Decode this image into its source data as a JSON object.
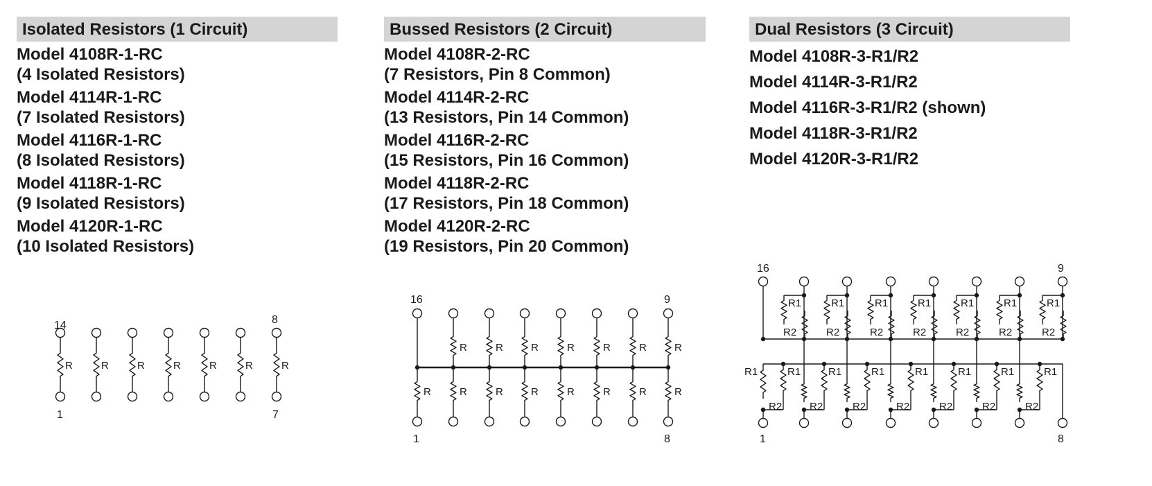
{
  "columns": [
    {
      "header": "Isolated Resistors (1 Circuit)",
      "models": [
        {
          "name": "Model 4108R-1-RC",
          "desc": "(4 Isolated Resistors)"
        },
        {
          "name": "Model 4114R-1-RC",
          "desc": "(7 Isolated Resistors)"
        },
        {
          "name": "Model 4116R-1-RC",
          "desc": "(8 Isolated Resistors)"
        },
        {
          "name": "Model 4118R-1-RC",
          "desc": "(9 Isolated Resistors)"
        },
        {
          "name": "Model 4120R-1-RC",
          "desc": "(10 Isolated Resistors)"
        }
      ]
    },
    {
      "header": "Bussed Resistors (2 Circuit)",
      "models": [
        {
          "name": "Model 4108R-2-RC",
          "desc": "(7 Resistors, Pin 8 Common)"
        },
        {
          "name": "Model 4114R-2-RC",
          "desc": "(13 Resistors, Pin 14 Common)"
        },
        {
          "name": "Model 4116R-2-RC",
          "desc": "(15 Resistors, Pin 16 Common)"
        },
        {
          "name": "Model 4118R-2-RC",
          "desc": "(17 Resistors, Pin 18 Common)"
        },
        {
          "name": "Model 4120R-2-RC",
          "desc": "(19 Resistors, Pin 20 Common)"
        }
      ]
    },
    {
      "header": "Dual Resistors (3 Circuit)",
      "models": [
        {
          "name": "Model 4108R-3-R1/R2"
        },
        {
          "name": "Model 4114R-3-R1/R2"
        },
        {
          "name": "Model 4116R-3-R1/R2 (shown)"
        },
        {
          "name": "Model 4118R-3-R1/R2"
        },
        {
          "name": "Model 4120R-3-R1/R2"
        }
      ]
    }
  ],
  "diagrams": {
    "isolated": {
      "top_left_pin": "14",
      "top_right_pin": "8",
      "bottom_left_pin": "1",
      "bottom_right_pin": "7",
      "resistor_label": "R",
      "resistor_count": 7
    },
    "bussed": {
      "top_left_pin": "16",
      "top_right_pin": "9",
      "bottom_left_pin": "1",
      "bottom_right_pin": "8",
      "resistor_label": "R",
      "upper_count": 7,
      "lower_count": 8
    },
    "dual": {
      "top_left_pin": "16",
      "top_right_pin": "9",
      "bottom_left_pin": "1",
      "bottom_right_pin": "8",
      "r1_label": "R1",
      "r2_label": "R2"
    }
  },
  "colors": {
    "header_bg": "#d4d4d4",
    "ink": "#1a1a1a"
  }
}
